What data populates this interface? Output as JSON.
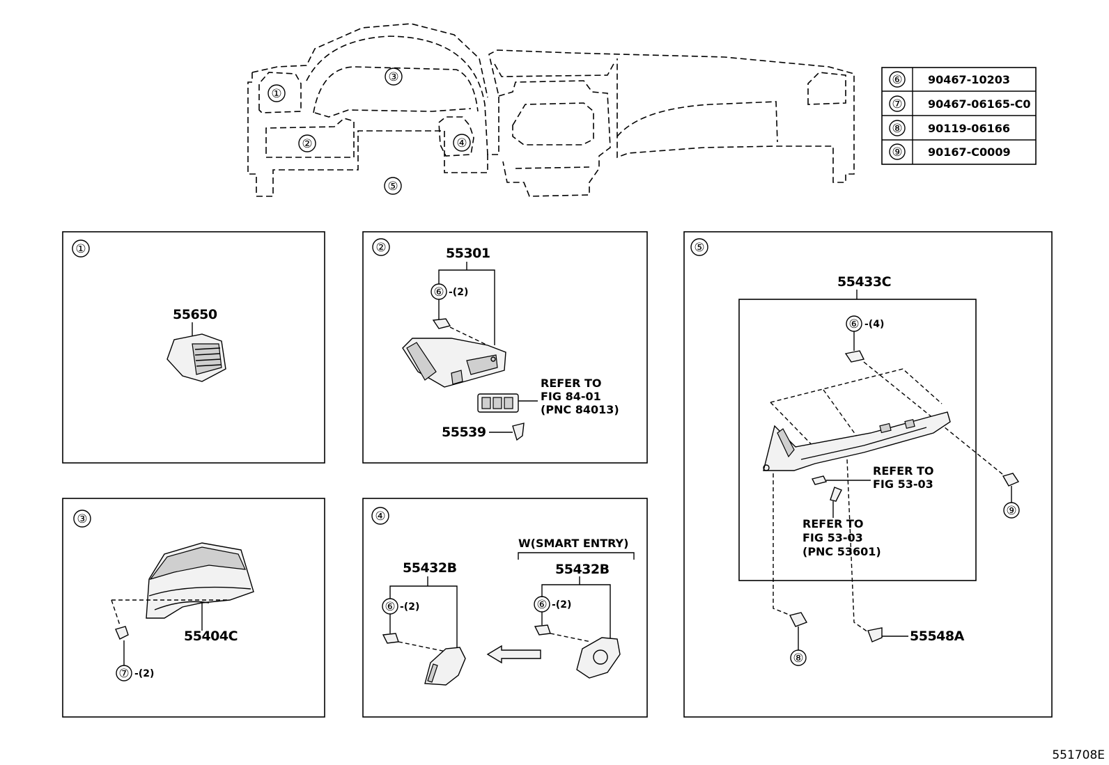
{
  "overview": {
    "zones": [
      "①",
      "②",
      "③",
      "④",
      "⑤"
    ]
  },
  "fastener_table": [
    {
      "ref": "⑥",
      "part": "90467-10203"
    },
    {
      "ref": "⑦",
      "part": "90467-06165-C0"
    },
    {
      "ref": "⑧",
      "part": "90119-06166"
    },
    {
      "ref": "⑨",
      "part": "90167-C0009"
    }
  ],
  "panel1": {
    "index": "①",
    "part": "55650"
  },
  "panel2": {
    "index": "②",
    "part_main": "55301",
    "clip_ref": "⑥",
    "clip_qty": "-(2)",
    "refer_lines": [
      "REFER TO",
      "FIG 84-01",
      "(PNC 84013)"
    ],
    "part_small": "55539"
  },
  "panel3": {
    "index": "③",
    "part": "55404C",
    "clip_ref": "⑦",
    "clip_qty": "-(2)"
  },
  "panel4": {
    "index": "④",
    "left_part": "55432B",
    "left_clip_ref": "⑥",
    "left_clip_qty": "-(2)",
    "variant_label": "W(SMART ENTRY)",
    "right_part": "55432B",
    "right_clip_ref": "⑥",
    "right_clip_qty": "-(2)"
  },
  "panel5": {
    "index": "⑤",
    "part_main": "55433C",
    "clip_ref": "⑥",
    "clip_qty": "-(4)",
    "refer_a": [
      "REFER TO",
      "FIG 53-03"
    ],
    "refer_b": [
      "REFER TO",
      "FIG 53-03",
      "(PNC 53601)"
    ],
    "screw_ref": "⑨",
    "bolt_ref": "⑧",
    "part_small": "55548A"
  },
  "footer_code": "551708E"
}
